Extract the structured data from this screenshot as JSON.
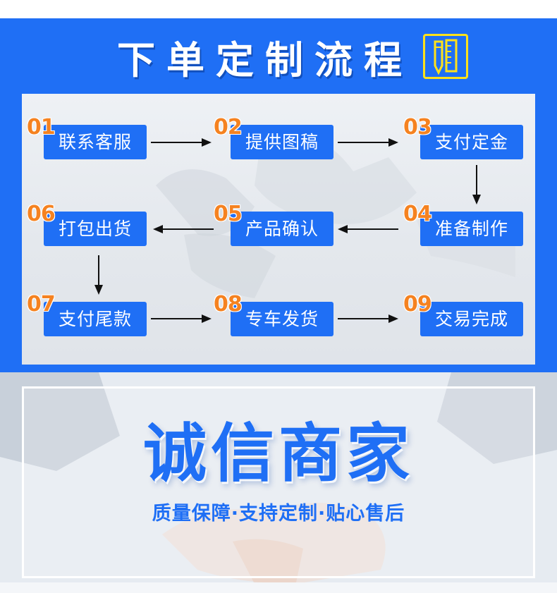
{
  "process": {
    "title": "下单定制流程",
    "title_icon": "pencil-ruler-icon",
    "steps": [
      {
        "num": "01",
        "label": "联系客服"
      },
      {
        "num": "02",
        "label": "提供图稿"
      },
      {
        "num": "03",
        "label": "支付定金"
      },
      {
        "num": "04",
        "label": "准备制作"
      },
      {
        "num": "05",
        "label": "产品确认"
      },
      {
        "num": "06",
        "label": "打包出货"
      },
      {
        "num": "07",
        "label": "支付尾款"
      },
      {
        "num": "08",
        "label": "专车发货"
      },
      {
        "num": "09",
        "label": "交易完成"
      }
    ]
  },
  "trust": {
    "title": "诚信商家",
    "subtitle": "质量保障·支持定制·贴心售后"
  },
  "colors": {
    "brand_blue": "#1f6ff5",
    "number_orange": "#f58220",
    "icon_yellow": "#ffe11a"
  }
}
